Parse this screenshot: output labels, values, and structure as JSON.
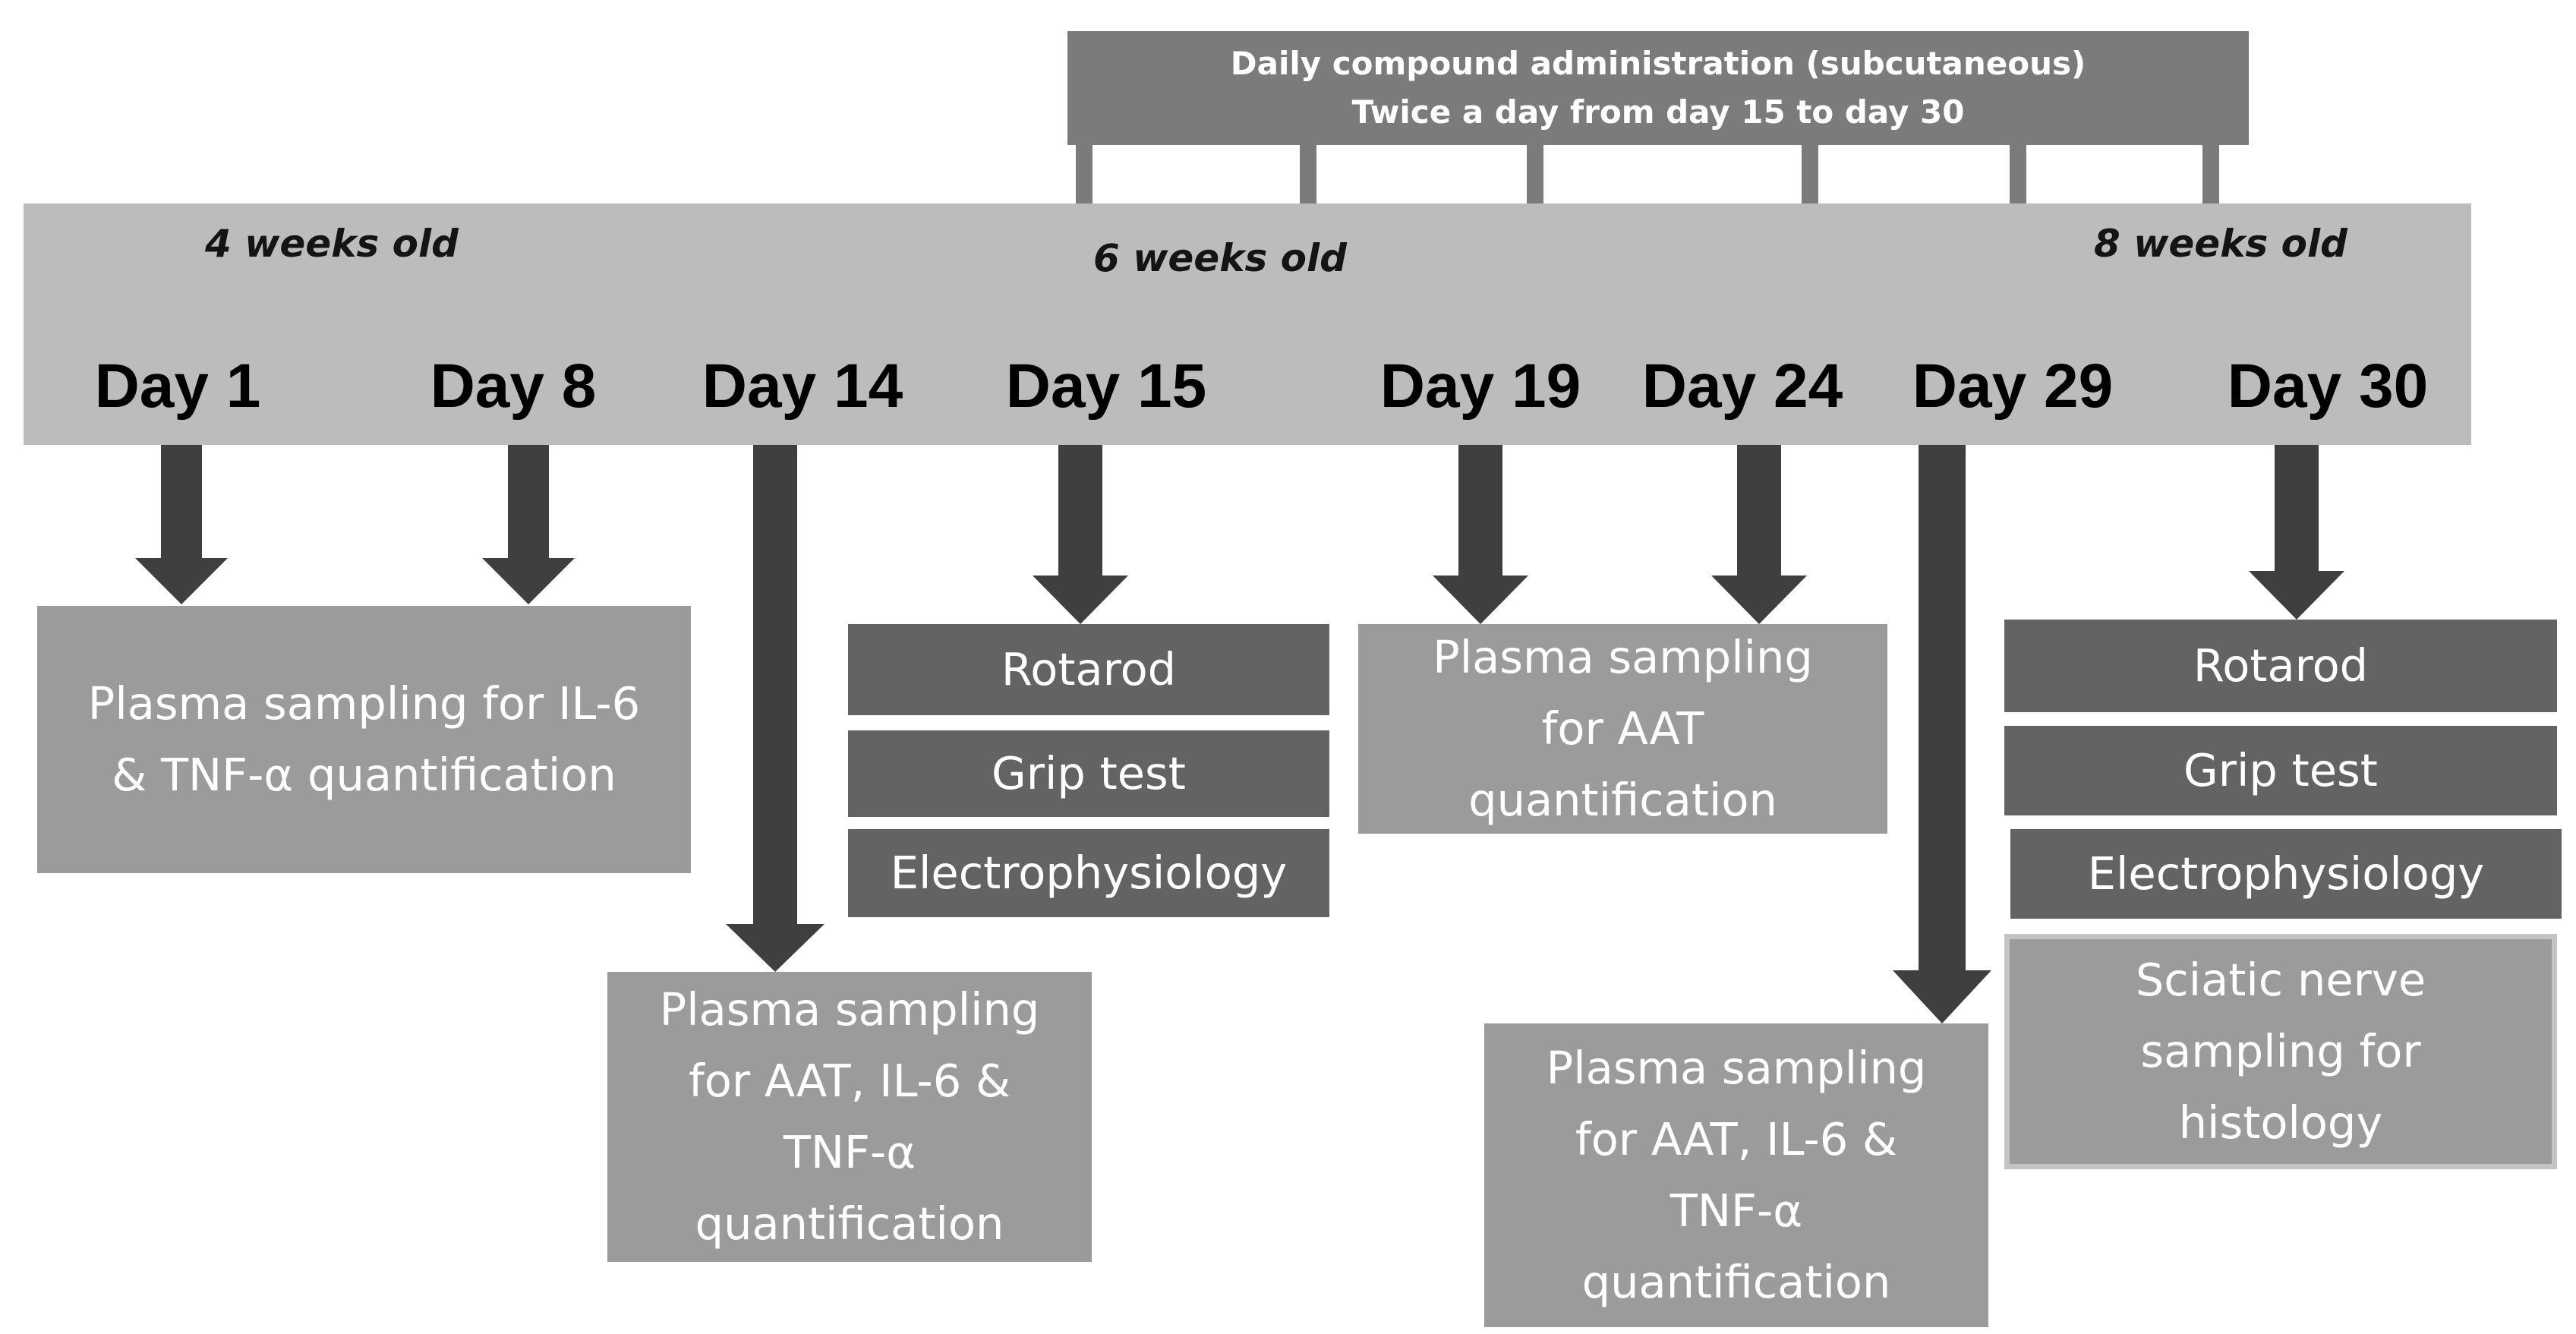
{
  "administration": {
    "line1": "Daily compound administration (subcutaneous)",
    "line2": "Twice a day from day 15 to day 30"
  },
  "ages": [
    "4 weeks old",
    "6 weeks old",
    "8 weeks old"
  ],
  "days": [
    "Day 1",
    "Day 8",
    "Day 14",
    "Day 15",
    "Day 19",
    "Day 24",
    "Day 29",
    "Day 30"
  ],
  "boxes": {
    "day1_8": [
      "Plasma sampling for IL-6",
      "& TNF-α quantification"
    ],
    "day14": [
      "Plasma sampling",
      "for AAT, IL-6 &",
      "TNF-α",
      "quantification"
    ],
    "day15": [
      "Rotarod",
      "Grip test",
      "Electrophysiology"
    ],
    "day19_24": [
      "Plasma sampling",
      "for AAT",
      "quantification"
    ],
    "day29": [
      "Plasma sampling",
      "for AAT, IL-6 &",
      "TNF-α",
      "quantification"
    ],
    "day30": [
      "Rotarod",
      "Grip test",
      "Electrophysiology"
    ],
    "day30_nerve": [
      "Sciatic nerve",
      "sampling for",
      "histology"
    ]
  },
  "colors": {
    "bar": "#bcbcbc",
    "header": "#7b7b7b",
    "arrow": "#3f3f3f",
    "light_box": "#9b9b9b",
    "dark_box": "#636363"
  }
}
